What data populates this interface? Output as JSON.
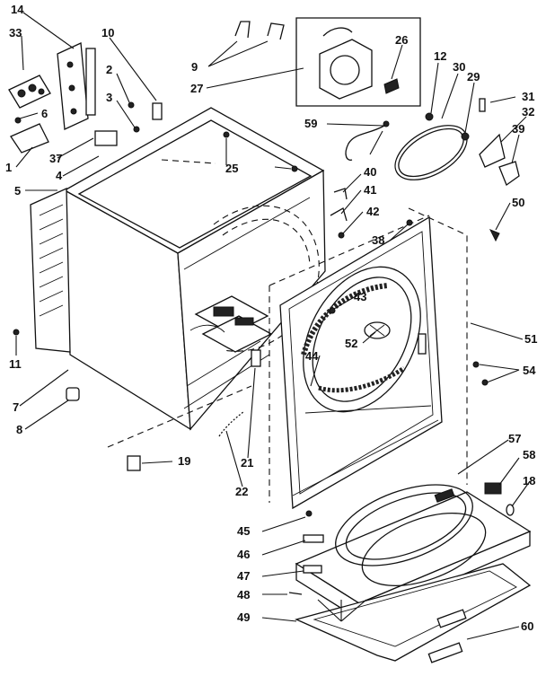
{
  "diagram": {
    "callouts": [
      "14",
      "33",
      "10",
      "9",
      "27",
      "26",
      "12",
      "30",
      "29",
      "31",
      "32",
      "39",
      "2",
      "3",
      "6",
      "1",
      "37",
      "4",
      "5",
      "25",
      "59",
      "40",
      "41",
      "42",
      "38",
      "50",
      "43",
      "52",
      "44",
      "51",
      "54",
      "11",
      "7",
      "8",
      "19",
      "21",
      "22",
      "57",
      "58",
      "18",
      "45",
      "46",
      "47",
      "48",
      "49",
      "60"
    ]
  }
}
